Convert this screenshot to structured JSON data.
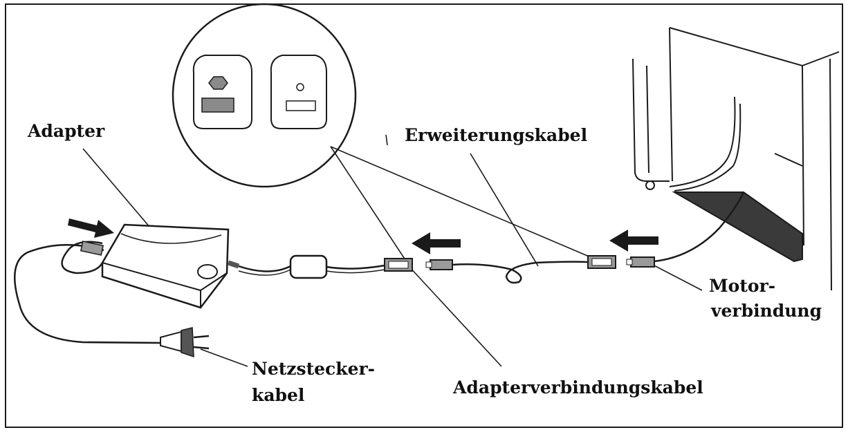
{
  "labels": {
    "adapter": "Adapter",
    "extension_cable": "Erweiterungskabel",
    "motor_connection_line1": "Motor-",
    "motor_connection_line2": "verbindung",
    "mains_cable_line1": "Netzstecker-",
    "mains_cable_line2": "kabel",
    "adapter_connection_cable": "Adapterverbindungskabel"
  },
  "colors": {
    "line": "#1a1a1a",
    "background": "#ffffff",
    "connector_fill": "#9a9a9a",
    "motor_floor_dark": "#3a3a3a"
  },
  "icons": {
    "direction_arrows": "arrow-icon",
    "plug": "euro-plug-icon"
  }
}
